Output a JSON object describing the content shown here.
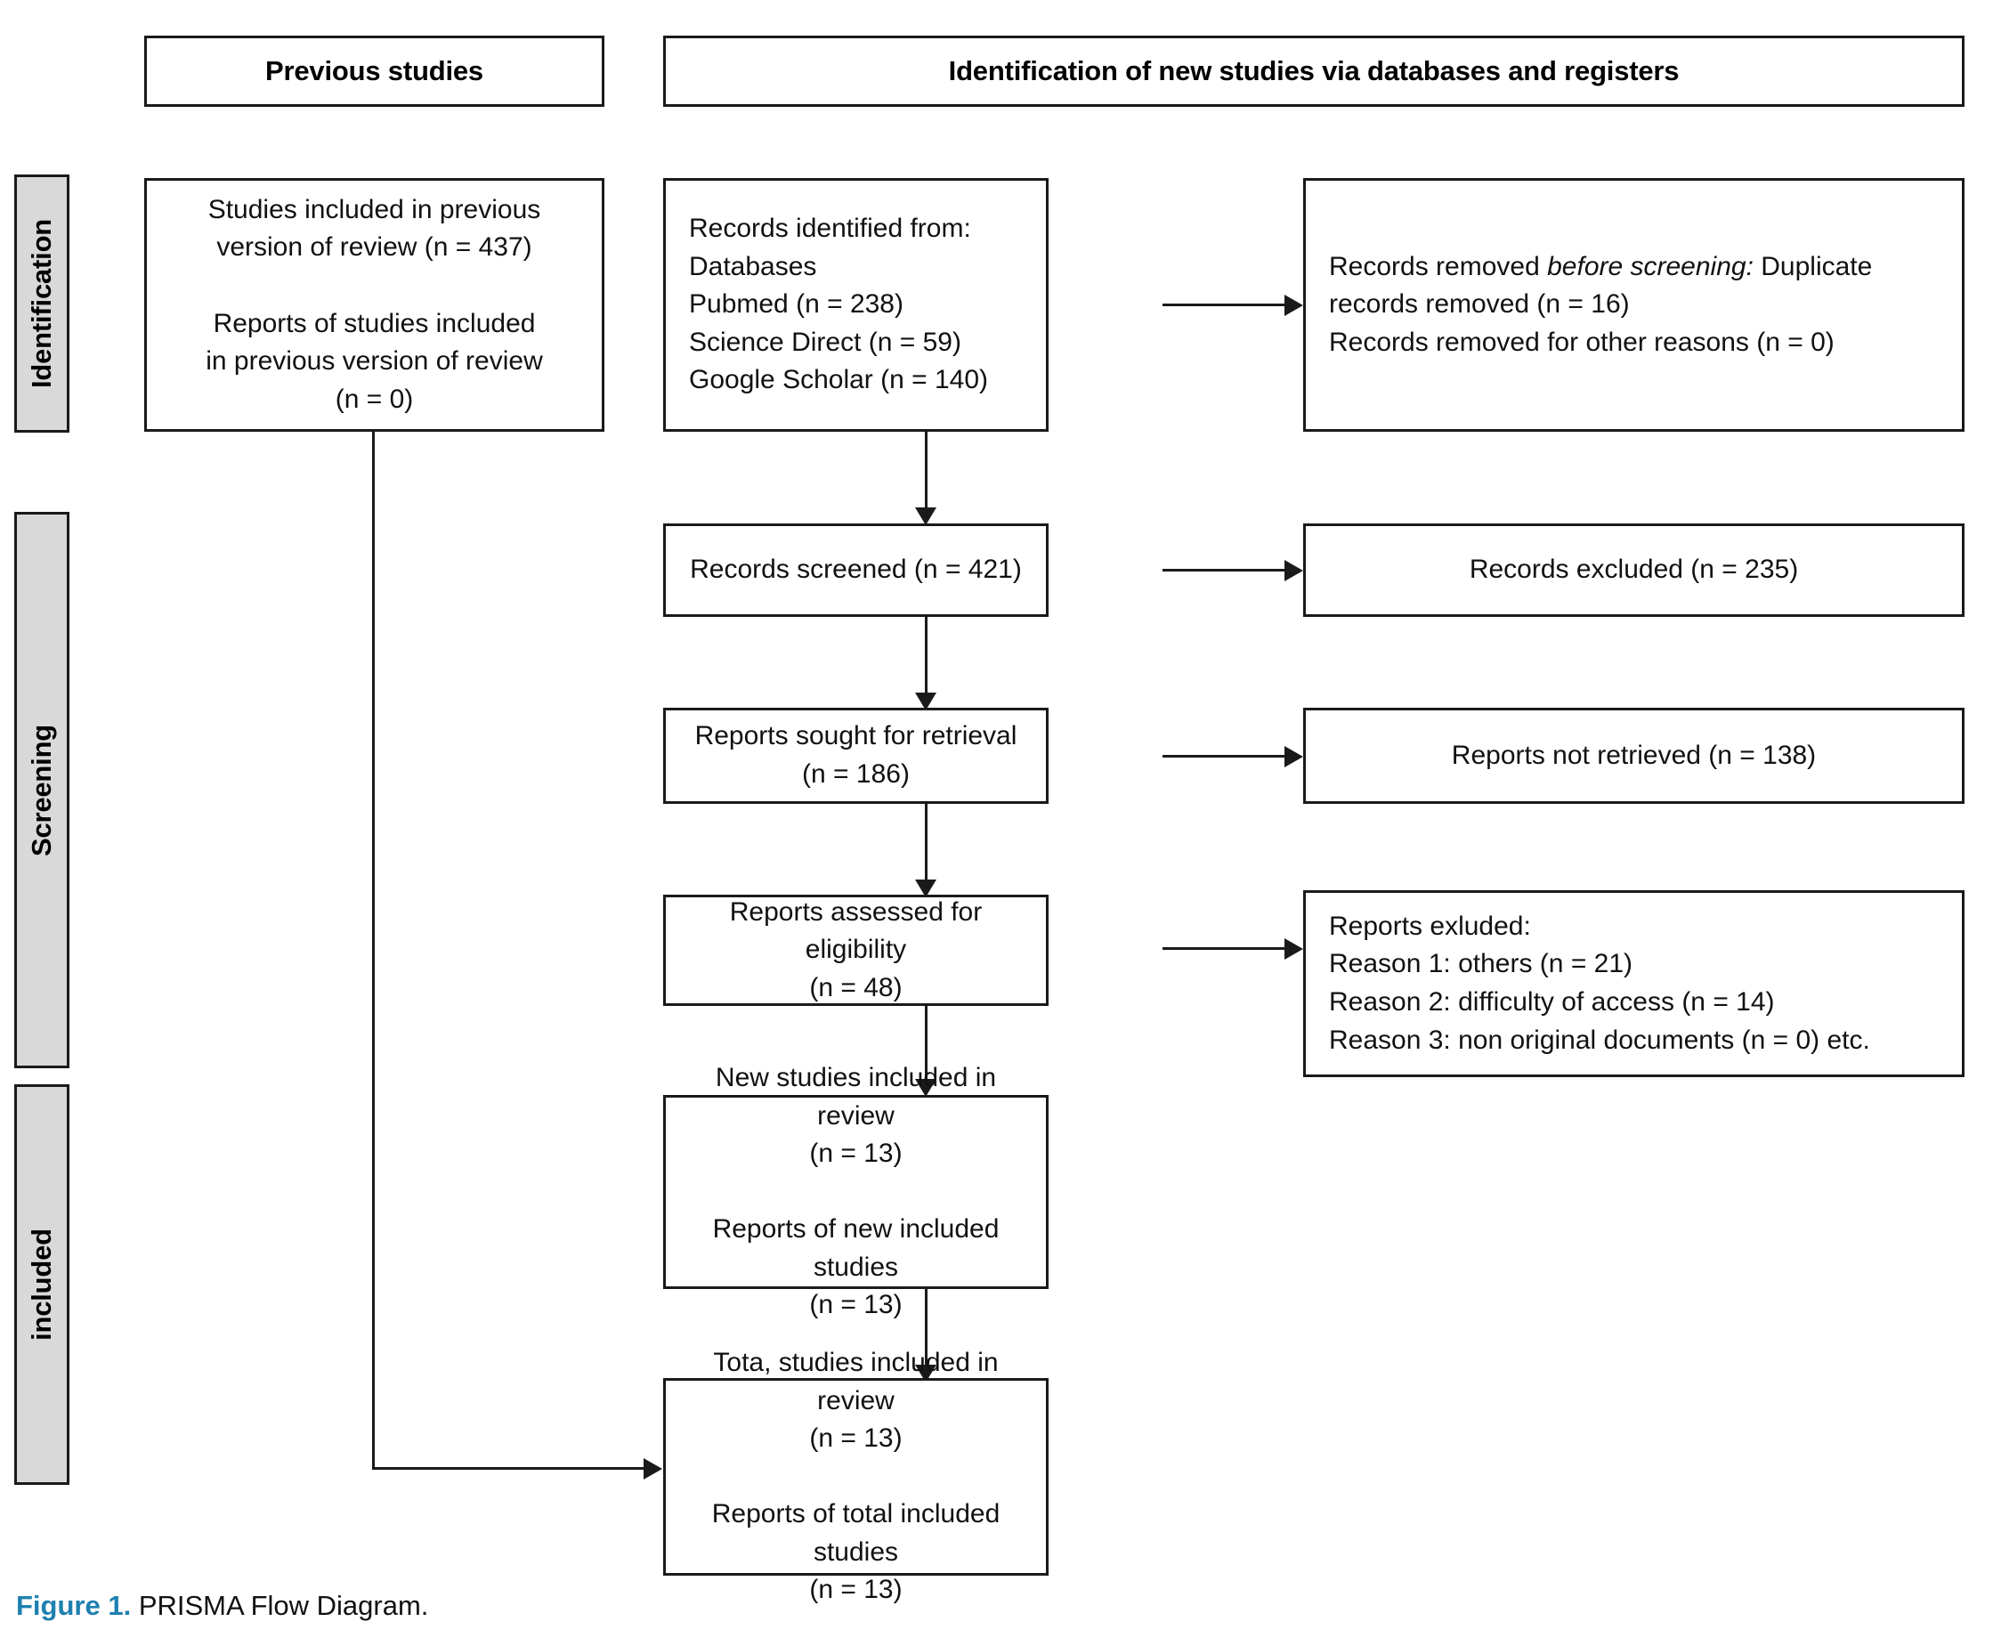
{
  "headers": {
    "previous_studies": "Previous studies",
    "new_studies": "Identification of new studies via databases and registers"
  },
  "phases": [
    {
      "label": "Identification"
    },
    {
      "label": "Screening"
    },
    {
      "label": "included"
    }
  ],
  "boxes": {
    "previous_included": "Studies included in previous\nversion of review (n = 437)\n\nReports of studies included\nin previous version of review\n(n = 0)",
    "records_identified": "Records identified from:\n    Databases\n    Pubmed (n = 238)\n    Science Direct (n = 59)\n    Google Scholar (n = 140)",
    "records_removed_title": "Records removed ",
    "records_removed_title_italic": "before screening:",
    "records_removed_body": "    Duplicate records removed (n = 16)\n    Records removed for other reasons (n = 0)",
    "records_screened": "Records screened (n = 421)",
    "records_excluded": "Records excluded (n = 235)",
    "reports_sought": "Reports sought for retrieval\n(n = 186)",
    "reports_not_retrieved": "Reports not retrieved (n = 138)",
    "reports_assessed": "Reports assessed for eligibility\n(n = 48)",
    "reports_excluded": "Reports exluded:\n    Reason 1: others (n = 21)\n    Reason 2: difficulty of access (n = 14)\n    Reason 3: non original documents (n = 0) etc.",
    "new_included": "New studies included in review\n(n = 13)\n\nReports of new included studies\n(n = 13)",
    "total_included": "Tota, studies included in review\n(n = 13)\n\nReports of total included studies\n(n = 13)"
  },
  "caption": {
    "figure_number": "Figure 1.",
    "text": " PRISMA Flow Diagram."
  },
  "colors": {
    "phase_fill": "#d9d9d9",
    "stroke": "#1a1a1a",
    "caption_accent": "#1f80b0"
  },
  "chart_data": {
    "type": "diagram",
    "title": "PRISMA Flow Diagram",
    "nodes": [
      {
        "id": "previous_included",
        "stage": "Identification",
        "column": "previous",
        "counts": {
          "studies_previous_version": 437,
          "reports_previous_version": 0
        }
      },
      {
        "id": "records_identified",
        "stage": "Identification",
        "column": "new",
        "counts": {
          "pubmed": 238,
          "science_direct": 59,
          "google_scholar": 140
        }
      },
      {
        "id": "records_removed",
        "stage": "Identification",
        "column": "excluded",
        "counts": {
          "duplicates": 16,
          "other_reasons": 0
        }
      },
      {
        "id": "records_screened",
        "stage": "Screening",
        "column": "new",
        "counts": {
          "n": 421
        }
      },
      {
        "id": "records_excluded",
        "stage": "Screening",
        "column": "excluded",
        "counts": {
          "n": 235
        }
      },
      {
        "id": "reports_sought",
        "stage": "Screening",
        "column": "new",
        "counts": {
          "n": 186
        }
      },
      {
        "id": "reports_not_retrieved",
        "stage": "Screening",
        "column": "excluded",
        "counts": {
          "n": 138
        }
      },
      {
        "id": "reports_assessed",
        "stage": "Screening",
        "column": "new",
        "counts": {
          "n": 48
        }
      },
      {
        "id": "reports_excluded",
        "stage": "Screening",
        "column": "excluded",
        "counts": {
          "reason1_others": 21,
          "reason2_difficulty_of_access": 14,
          "reason3_non_original_documents": 0
        }
      },
      {
        "id": "new_included",
        "stage": "included",
        "column": "new",
        "counts": {
          "studies": 13,
          "reports": 13
        }
      },
      {
        "id": "total_included",
        "stage": "included",
        "column": "new",
        "counts": {
          "studies": 13,
          "reports": 13
        }
      }
    ],
    "edges": [
      {
        "from": "records_identified",
        "to": "records_removed",
        "direction": "right"
      },
      {
        "from": "records_identified",
        "to": "records_screened",
        "direction": "down"
      },
      {
        "from": "records_screened",
        "to": "records_excluded",
        "direction": "right"
      },
      {
        "from": "records_screened",
        "to": "reports_sought",
        "direction": "down"
      },
      {
        "from": "reports_sought",
        "to": "reports_not_retrieved",
        "direction": "right"
      },
      {
        "from": "reports_sought",
        "to": "reports_assessed",
        "direction": "down"
      },
      {
        "from": "reports_assessed",
        "to": "reports_excluded",
        "direction": "right"
      },
      {
        "from": "reports_assessed",
        "to": "new_included",
        "direction": "down"
      },
      {
        "from": "new_included",
        "to": "total_included",
        "direction": "down"
      },
      {
        "from": "previous_included",
        "to": "total_included",
        "direction": "elbow-right"
      }
    ]
  }
}
